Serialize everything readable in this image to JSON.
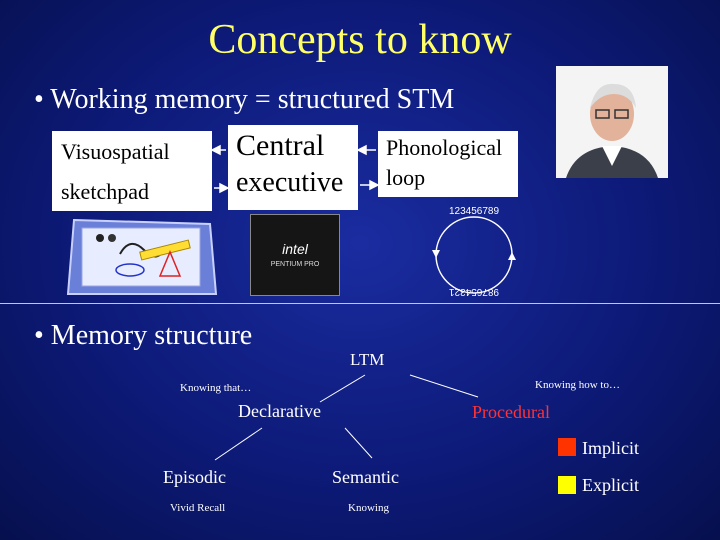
{
  "slide": {
    "title": "Concepts to know",
    "bullet1": "• Working memory = structured STM",
    "bullet2": "• Memory structure"
  },
  "working_memory": {
    "visuospatial_line1": "Visuospatial",
    "visuospatial_line2": "sketchpad",
    "central_line1": "Central",
    "central_line2": "executive",
    "phonological_line1": "Phonological",
    "phonological_line2": "loop",
    "digits_forward": "123456789",
    "digits_backward": "987654321",
    "chip_logo": "intel",
    "chip_text": "PENTIUM PRO"
  },
  "memory_tree": {
    "root": "LTM",
    "edge_left": "Knowing that…",
    "edge_right": "Knowing how to…",
    "declarative": "Declarative",
    "procedural": "Procedural",
    "episodic": "Episodic",
    "episodic_note": "Vivid Recall",
    "semantic": "Semantic",
    "semantic_note": "Knowing"
  },
  "legend": {
    "implicit": "Implicit",
    "explicit": "Explicit",
    "implicit_color": "#ff3300",
    "explicit_color": "#ffff00"
  },
  "colors": {
    "title": "#ffff66",
    "procedural": "#ff3333",
    "background": "#0d1a78"
  }
}
